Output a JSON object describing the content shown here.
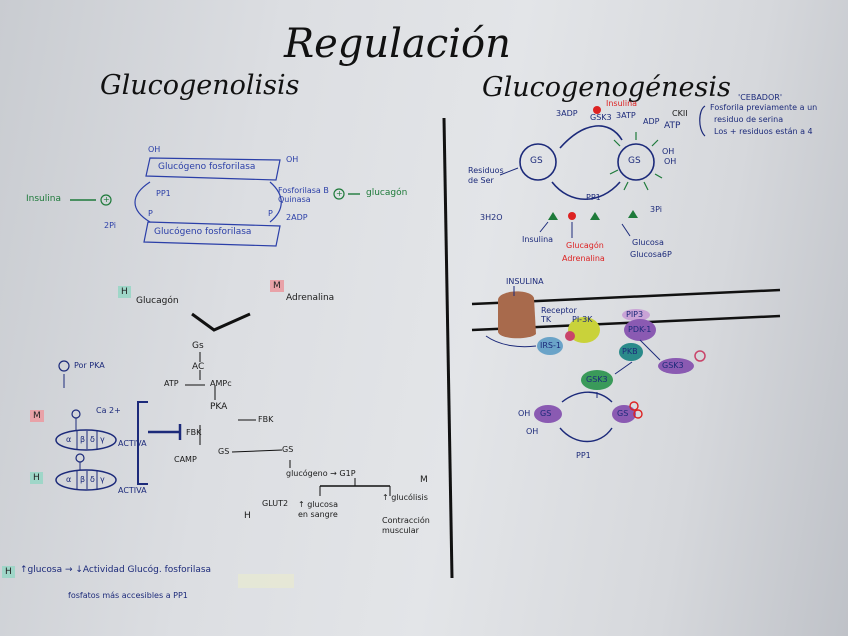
{
  "title": "Regulación",
  "left": {
    "heading": "Glucogenolisis",
    "top_diagram": {
      "upper_box": "Glucógeno fosforilasa",
      "lower_box": "Glucógeno fosforilasa",
      "oh_left": "OH",
      "oh_right": "OH",
      "insulina": "Insulina",
      "pp1": "PP1",
      "two_pi": "2Pi",
      "kinase": "Fosforilasa B Quinasa",
      "two_adp": "2ADP",
      "glucagon": "glucagón",
      "plus": "+",
      "p_top": "P",
      "p_bottom": "P"
    },
    "tag_h": "H",
    "tag_m": "M",
    "glucagon": "Glucagón",
    "adrenalina": "Adrenalina",
    "gs": "Gs",
    "ac": "AC",
    "atp": "ATP",
    "ampc": "AMPc",
    "pka": "PKA",
    "por_pka": "Por PKA",
    "fbk": "FBK",
    "fbk_p": "FBK",
    "camp": "CAMP",
    "gs2": "GS",
    "gs_p": "GS",
    "glucogeno_g1p": "glucógeno → G1P",
    "tag_m2": "M",
    "tag_h2": "H",
    "ca": "Ca 2+",
    "activa1": "ACTIVA",
    "activa2": "ACTIVA",
    "subunits": [
      "α",
      "β",
      "δ",
      "γ"
    ],
    "h_label": "H",
    "glut2": "GLUT2",
    "glucosa_sangre": "↑ glucosa en sangre",
    "m_label": "M",
    "glucolisis": "↑ glucólisis",
    "contraccion": "Contracción muscular",
    "bottom_tag": "H",
    "bottom_line": "↑glucosa → ↓Actividad Glucóg. fosforilasa",
    "bottom_line2": "fosfatos más accesibles a PP1"
  },
  "right": {
    "heading": "Glucogenogénesis",
    "insulina_red": "Insulina",
    "gsk3": "GSK3",
    "three_adp": "3ADP",
    "three_atp": "3ATP",
    "adp": "ADP",
    "atp": "ATP",
    "ckii": "CKII",
    "cebador": "'CEBADOR'",
    "note1": "Fosforila previamente a un",
    "note2": "residuo de serina",
    "note3": "Los + residuos están a 4",
    "residuos": "Residuos de Ser",
    "gs_left": "GS",
    "gs_right": "GS",
    "pp1": "PP1",
    "three_h2o": "3H2O",
    "three_pi": "3Pi",
    "insulina": "Insulina",
    "glucagon_red": "Glucagón",
    "adrenalina_red": "Adrenalina",
    "glucosa": "Glucosa",
    "glucosa6p": "Glucosa6P",
    "insulina_upper": "INSULINA",
    "receptor": "Receptor TK",
    "irs1": "IRS-1",
    "pi3k": "PI-3K",
    "pip3": "PIP3",
    "pdk1": "PDK-1",
    "pkb": "PKB",
    "gsk3_active": "GSK3",
    "gsk3_p": "GSK3",
    "gs_bottom_left": "GS",
    "gs_bottom_right": "GS",
    "pp1_bottom": "PP1",
    "oh": "OH"
  }
}
